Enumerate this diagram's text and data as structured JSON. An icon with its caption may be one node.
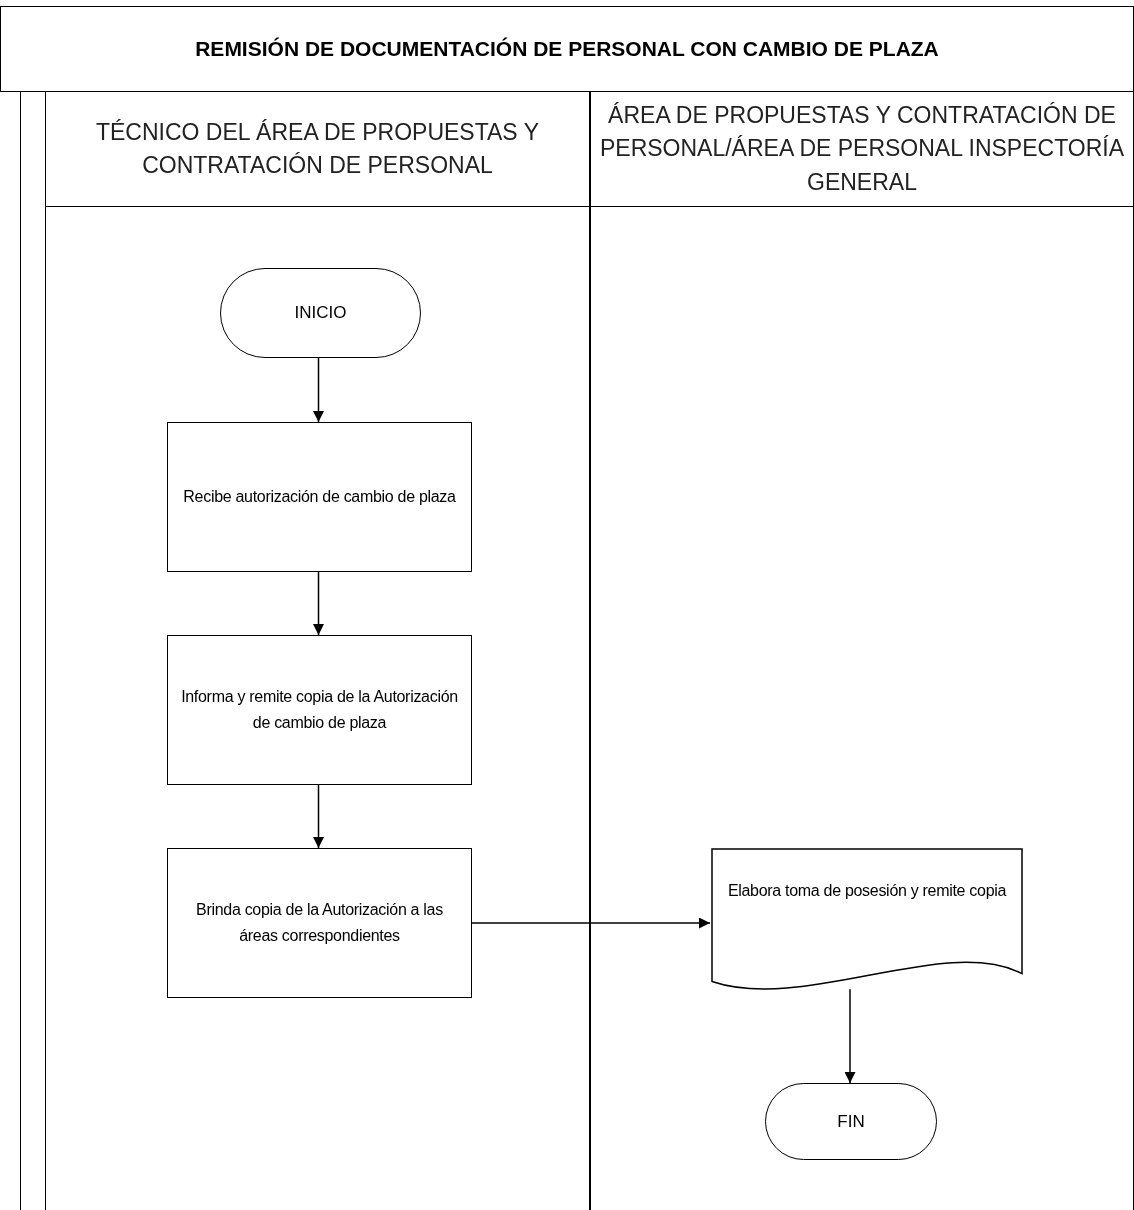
{
  "diagram": {
    "title": "REMISIÓN DE DOCUMENTACIÓN DE PERSONAL CON CAMBIO DE PLAZA",
    "nodes": [
      {
        "text": [
          "TÉCNICO DEL ÁREA DE PROPUESTAS Y CONTRATACIÓN DE PERSONAL"
        ]
      },
      {
        "text": [
          "ÁREA DE PROPUESTAS Y CONTRATACIÓN DE PERSONAL/ÁREA DE PERSONAL INSPECTORÍA GENERAL"
        ]
      },
      {
        "text": [
          "INICIO"
        ],
        "in": 0
      },
      {
        "text": [
          "Recibe autorización de cambio de plaza"
        ],
        "in": 0
      },
      {
        "text": [
          "Informa y remite copia de la Autorización de cambio de plaza"
        ],
        "in": 0
      },
      {
        "text": [
          "Brinda copia de la Autorización a las áreas correspondientes"
        ],
        "in": 0
      },
      {
        "text": [
          "Elabora toma de posesión y remite copia"
        ],
        "in": 1
      },
      {
        "text": [
          "FIN"
        ],
        "in": 1
      }
    ],
    "edges": [
      {
        "from": 2,
        "to": 3,
        "arrow": "to"
      },
      {
        "from": 3,
        "to": 4,
        "arrow": "to"
      },
      {
        "from": 4,
        "to": 5,
        "arrow": "to"
      },
      {
        "from": 5,
        "to": 6,
        "arrow": "to"
      },
      {
        "from": 6,
        "to": 7,
        "arrow": "to"
      }
    ]
  }
}
